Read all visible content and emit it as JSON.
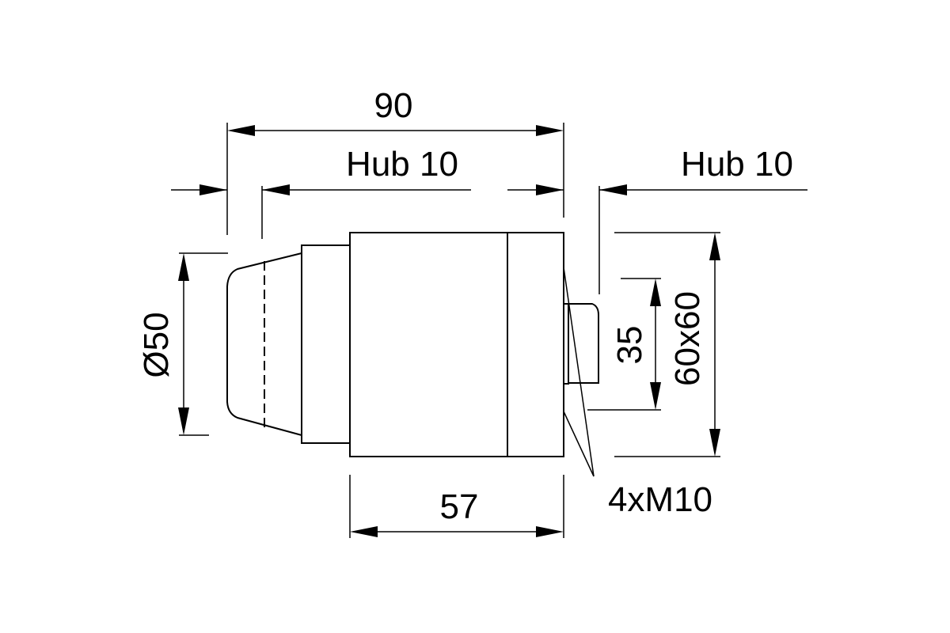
{
  "dimensions": {
    "overall_length": "90",
    "stroke_left": "Hub 10",
    "stroke_right": "Hub 10",
    "diameter": "Ø50",
    "body_length": "57",
    "pin_height": "35",
    "flange_size": "60x60",
    "thread": "4xM10"
  }
}
